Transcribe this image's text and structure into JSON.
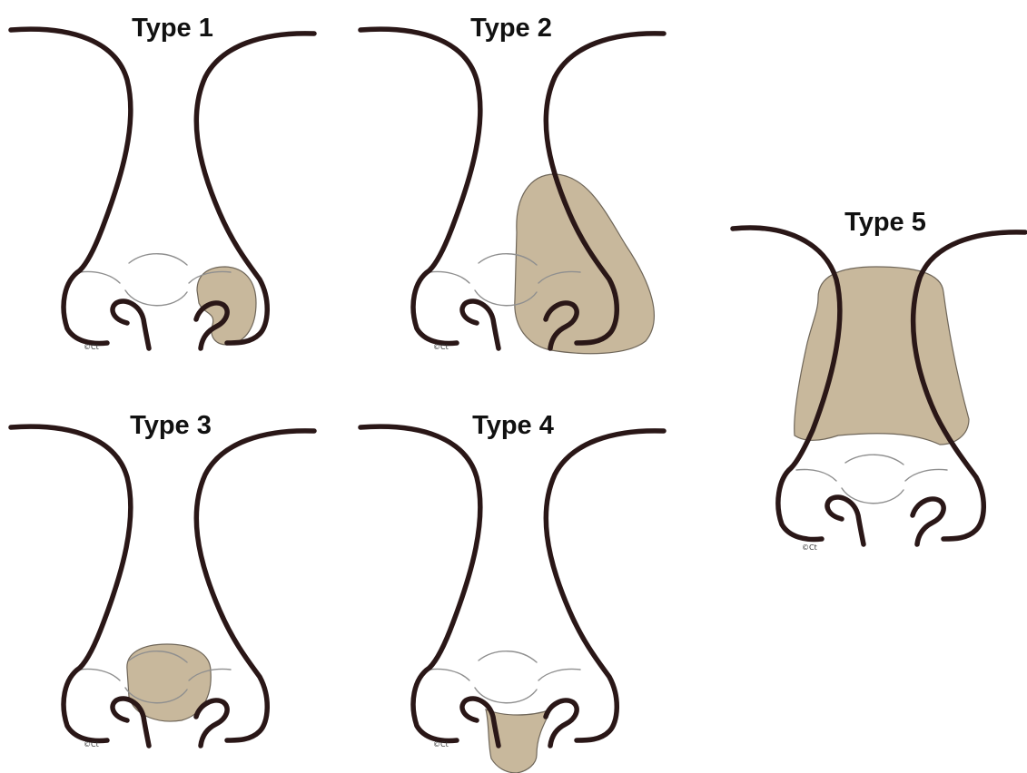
{
  "colors": {
    "outline": "#2a1717",
    "lesion": "#c8b89c",
    "background": "#ffffff"
  },
  "panels": [
    {
      "id": "type1",
      "title": "Type 1"
    },
    {
      "id": "type2",
      "title": "Type 2"
    },
    {
      "id": "type3",
      "title": "Type 3"
    },
    {
      "id": "type4",
      "title": "Type 4"
    },
    {
      "id": "type5",
      "title": "Type 5"
    }
  ]
}
